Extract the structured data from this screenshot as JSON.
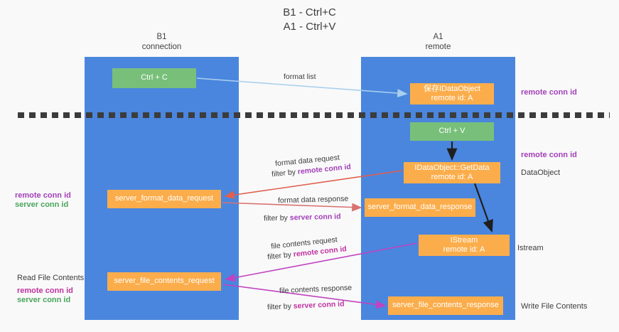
{
  "title": {
    "line1": "B1 - Ctrl+C",
    "line2": "A1 - Ctrl+V"
  },
  "columns": [
    {
      "id": "b1",
      "name": "B1",
      "role": "connection",
      "color": "#4a86de"
    },
    {
      "id": "a1",
      "name": "A1",
      "role": "remote",
      "color": "#4a86de"
    }
  ],
  "nodes": {
    "ctrl_c": {
      "label": "Ctrl + C",
      "color": "#78c07a"
    },
    "save_idataobject": {
      "line1": "保存IDataObject",
      "line2": "remote id: A",
      "color": "#fbad4b"
    },
    "ctrl_v": {
      "label": "Ctrl + V",
      "color": "#78c07a"
    },
    "getdata": {
      "line1": "IDataObject::GetData",
      "line2": "remote id: A",
      "color": "#fbad4b"
    },
    "format_data_request": {
      "label": "server_format_data_request",
      "color": "#fbad4b"
    },
    "format_data_response": {
      "label": "server_format_data_response",
      "color": "#fbad4b"
    },
    "istream": {
      "line1": "IStream",
      "line2": "remote id: A",
      "color": "#fbad4b"
    },
    "file_contents_request": {
      "label": "server_file_contents_request",
      "color": "#fbad4b"
    },
    "file_contents_response": {
      "label": "server_file_contents_response",
      "color": "#fbad4b"
    }
  },
  "edges": {
    "format_list": {
      "caption": "format list",
      "color": "#a8d0ee"
    },
    "format_data_request": {
      "caption": "format data request",
      "filter_prefix": "filter by ",
      "filter_key": "remote conn id",
      "color": "#e0604f"
    },
    "format_data_response": {
      "caption": "format data response",
      "filter_prefix": "filter by ",
      "filter_key": "server conn id",
      "color": "#d9736f"
    },
    "file_contents_request": {
      "caption": "file contents request",
      "filter_prefix": "filter by ",
      "filter_key": "remote conn id",
      "color": "#c043c0"
    },
    "file_contents_response": {
      "caption": "file contents response",
      "filter_prefix": "filter by ",
      "filter_key": "server conn id",
      "color": "#c043c0"
    }
  },
  "annotations": {
    "right": {
      "remote_conn_id_top": "remote conn id",
      "remote_conn_id_mid": "remote conn id",
      "dataobject": "DataObject",
      "istream": "Istream",
      "write_file_contents": "Write File Contents"
    },
    "left": {
      "remote_conn_id_mid": "remote conn id",
      "server_conn_id_mid": "server conn id",
      "read_file_contents": "Read File Contents",
      "remote_conn_id_bottom": "remote conn id",
      "server_conn_id_bottom": "server conn id"
    }
  },
  "colors": {
    "column_blue": "#4a86de",
    "node_green": "#78c07a",
    "node_orange": "#fbad4b",
    "purple": "#a33fb8",
    "magenta": "#c0329f",
    "green_text": "#4aa65a",
    "background": "#f9f9fa",
    "divider": "#3c3c3c"
  }
}
